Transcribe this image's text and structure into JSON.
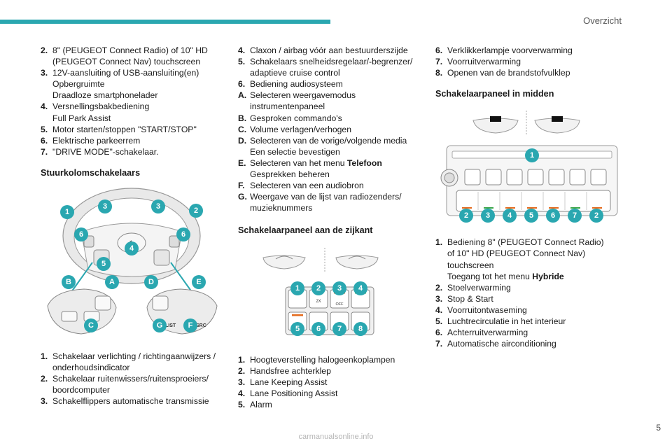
{
  "header": {
    "title": "Overzicht"
  },
  "col1": {
    "items": [
      {
        "num": "2.",
        "lines": [
          "8\" (PEUGEOT Connect Radio) of 10\" HD",
          "(PEUGEOT Connect Nav) touchscreen"
        ]
      },
      {
        "num": "3.",
        "lines": [
          "12V-aansluiting of USB-aansluiting(en)",
          "Opbergruimte",
          "Draadloze smartphonelader"
        ]
      },
      {
        "num": "4.",
        "lines": [
          "Versnellingsbakbediening",
          "Full Park Assist"
        ]
      },
      {
        "num": "5.",
        "lines": [
          "Motor starten/stoppen \"START/STOP\""
        ]
      },
      {
        "num": "6.",
        "lines": [
          "Elektrische parkeerrem"
        ]
      },
      {
        "num": "7.",
        "lines": [
          "\"DRIVE MODE\"-schakelaar."
        ]
      }
    ],
    "section": "Stuurkolomschakelaars",
    "figure": {
      "badges": [
        "1",
        "2",
        "3",
        "3",
        "4",
        "5",
        "6",
        "6",
        "A",
        "B",
        "C",
        "D",
        "E",
        "F",
        "G"
      ],
      "labels": {
        "list": "LIST",
        "src": "SRC"
      }
    },
    "items2": [
      {
        "num": "1.",
        "lines": [
          "Schakelaar verlichting / richtingaanwijzers /",
          "onderhoudsindicator"
        ]
      },
      {
        "num": "2.",
        "lines": [
          "Schakelaar ruitenwissers/ruitensproeiers/",
          "boordcomputer"
        ]
      },
      {
        "num": "3.",
        "lines": [
          "Schakelflippers automatische transmissie"
        ]
      }
    ]
  },
  "col2": {
    "items": [
      {
        "num": "4.",
        "lines": [
          "Claxon / airbag vóór aan bestuurderszijde"
        ]
      },
      {
        "num": "5.",
        "lines": [
          "Schakelaars snelheidsregelaar/-begrenzer/",
          "adaptieve cruise control"
        ]
      },
      {
        "num": "6.",
        "lines": [
          "Bediening audiosysteem"
        ]
      },
      {
        "num": "A.",
        "lines": [
          "Selecteren weergavemodus",
          "instrumentenpaneel"
        ]
      },
      {
        "num": "B.",
        "lines": [
          "Gesproken commando's"
        ]
      },
      {
        "num": "C.",
        "lines": [
          "Volume verlagen/verhogen"
        ]
      },
      {
        "num": "D.",
        "lines": [
          "Selecteren van de vorige/volgende media",
          "Een selectie bevestigen"
        ]
      },
      {
        "num": "E.",
        "pre": "Selecteren van het menu ",
        "bold": "Telefoon",
        "lines": [
          "Gesprekken beheren"
        ]
      },
      {
        "num": "F.",
        "lines": [
          "Selecteren van een audiobron"
        ]
      },
      {
        "num": "G.",
        "lines": [
          "Weergave van de lijst van radiozenders/",
          "muzieknummers"
        ]
      }
    ],
    "section": "Schakelaarpaneel aan de zijkant",
    "figure": {
      "badges": [
        "1",
        "2",
        "3",
        "4",
        "5",
        "6",
        "7",
        "8"
      ],
      "labels": {
        "twox": "2X",
        "off": "OFF"
      }
    },
    "items2": [
      {
        "num": "1.",
        "lines": [
          "Hoogteverstelling halogeenkoplampen"
        ]
      },
      {
        "num": "2.",
        "lines": [
          "Handsfree achterklep"
        ]
      },
      {
        "num": "3.",
        "lines": [
          "Lane Keeping Assist"
        ]
      },
      {
        "num": "4.",
        "lines": [
          "Lane Positioning Assist"
        ]
      },
      {
        "num": "5.",
        "lines": [
          "Alarm"
        ]
      }
    ]
  },
  "col3": {
    "items": [
      {
        "num": "6.",
        "lines": [
          "Verklikkerlampje voorverwarming"
        ]
      },
      {
        "num": "7.",
        "lines": [
          "Voorruitverwarming"
        ]
      },
      {
        "num": "8.",
        "lines": [
          "Openen van de brandstofvulklep"
        ]
      }
    ],
    "section": "Schakelaarpaneel in midden",
    "figure": {
      "badges": [
        "1",
        "2",
        "3",
        "4",
        "5",
        "6",
        "7",
        "2"
      ]
    },
    "items2": [
      {
        "num": "1.",
        "lines": [
          "Bediening 8\" (PEUGEOT Connect Radio)",
          "of 10\" HD (PEUGEOT Connect Nav)",
          "touchscreen"
        ],
        "tail_pre": "Toegang tot het menu ",
        "tail_bold": "Hybride"
      },
      {
        "num": "2.",
        "lines": [
          "Stoelverwarming"
        ]
      },
      {
        "num": "3.",
        "lines": [
          "Stop & Start"
        ]
      },
      {
        "num": "4.",
        "lines": [
          "Voorruitontwaseming"
        ]
      },
      {
        "num": "5.",
        "lines": [
          "Luchtrecirculatie in het interieur"
        ]
      },
      {
        "num": "6.",
        "lines": [
          "Achterruitverwarming"
        ]
      },
      {
        "num": "7.",
        "lines": [
          "Automatische airconditioning"
        ]
      }
    ]
  },
  "footer": {
    "page_number": "5",
    "watermark": "carmanualsonline.info"
  },
  "colors": {
    "accent": "#2aa7b0",
    "indicator_orange": "#e46a1c",
    "indicator_green": "#3aa54a"
  }
}
